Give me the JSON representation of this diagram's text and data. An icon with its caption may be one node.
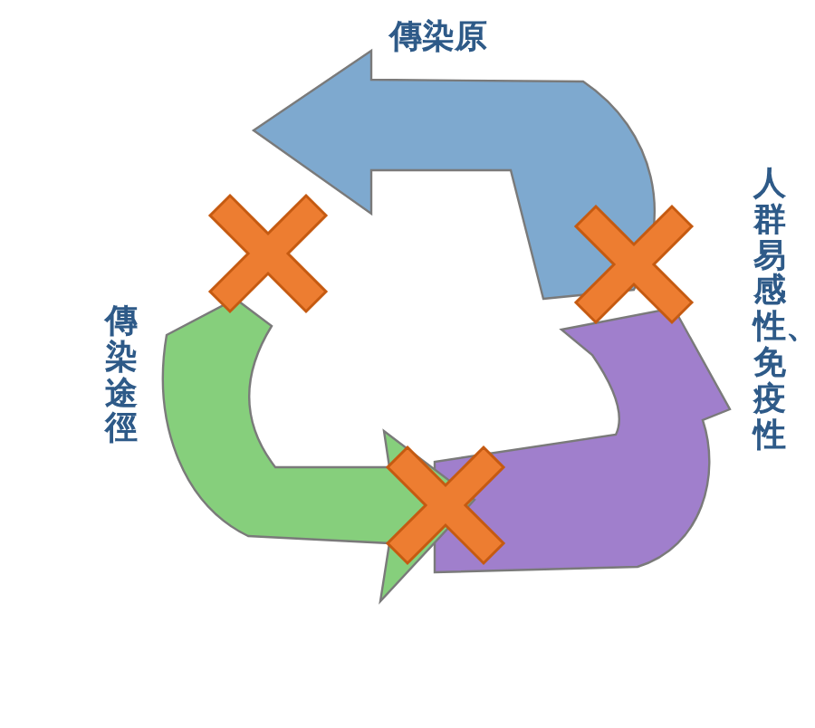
{
  "diagram": {
    "nodes": [
      {
        "text": [],
        "shape": "cross"
      },
      {
        "text": [],
        "shape": "cross"
      },
      {
        "text": [],
        "shape": "cross"
      }
    ],
    "edges": [
      {
        "from": 1,
        "to": 0,
        "arrow": "to"
      },
      {
        "from": 2,
        "to": 1,
        "arrow": "to"
      },
      {
        "from": 0,
        "to": 2,
        "arrow": "to"
      }
    ],
    "labels": [
      "傳染原",
      "人群易感性、免疫性",
      "傳染途徑"
    ]
  }
}
